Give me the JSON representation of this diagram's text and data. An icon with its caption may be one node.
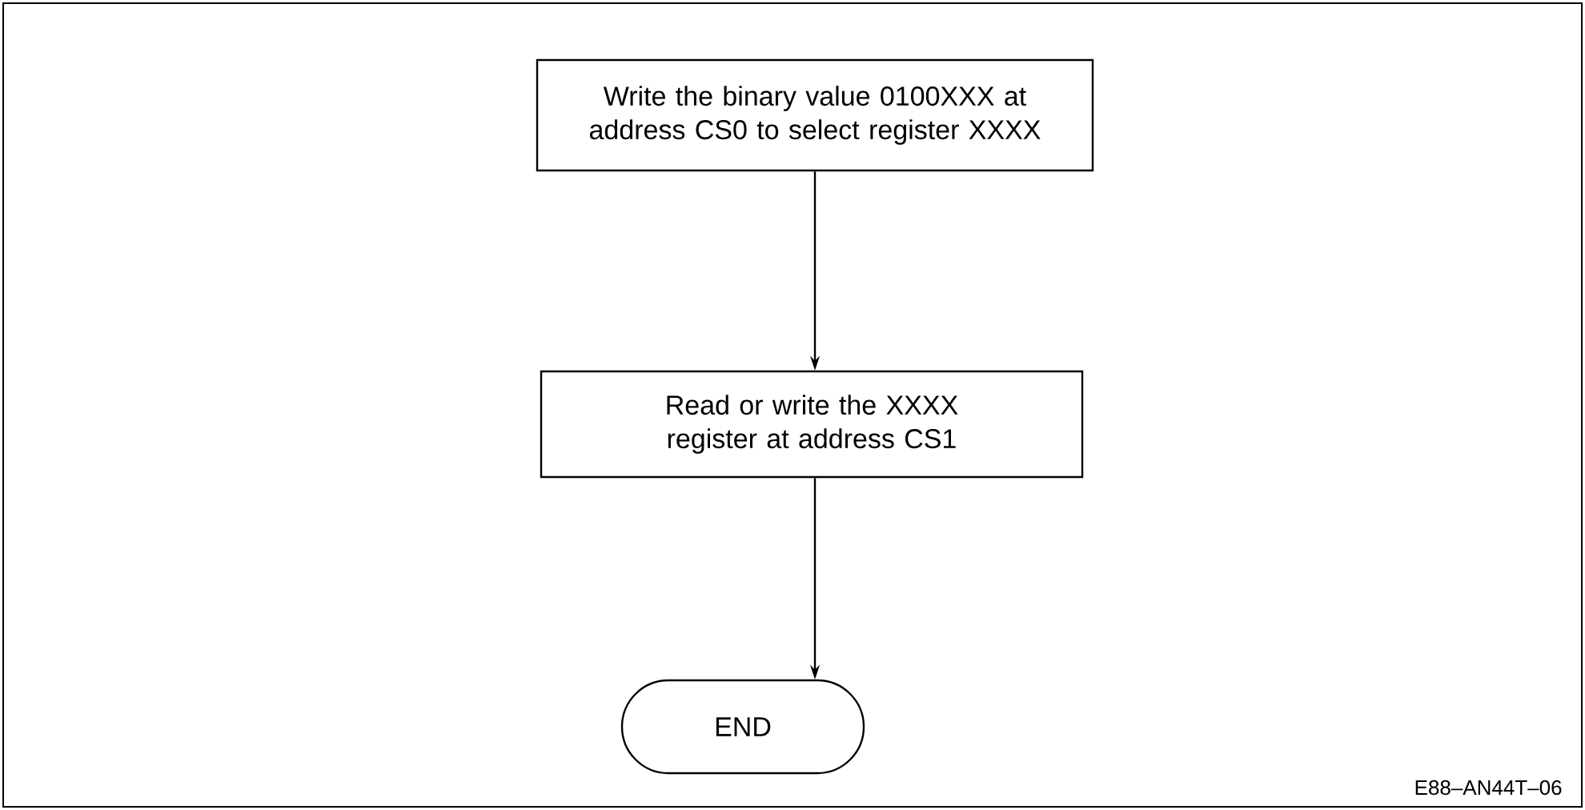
{
  "diagram": {
    "nodes": [
      {
        "text": [
          "Write the binary value 0100XXX at address CS0 to select register XXXX"
        ]
      },
      {
        "text": [
          "Read or write the XXXX register at address CS1"
        ]
      },
      {
        "text": [
          "END"
        ]
      }
    ],
    "edges": [
      {
        "from": 0,
        "to": 1,
        "arrow": "to"
      },
      {
        "from": 1,
        "to": 2,
        "arrow": "to"
      }
    ],
    "labels": [
      "E88–AN44T–06"
    ]
  }
}
